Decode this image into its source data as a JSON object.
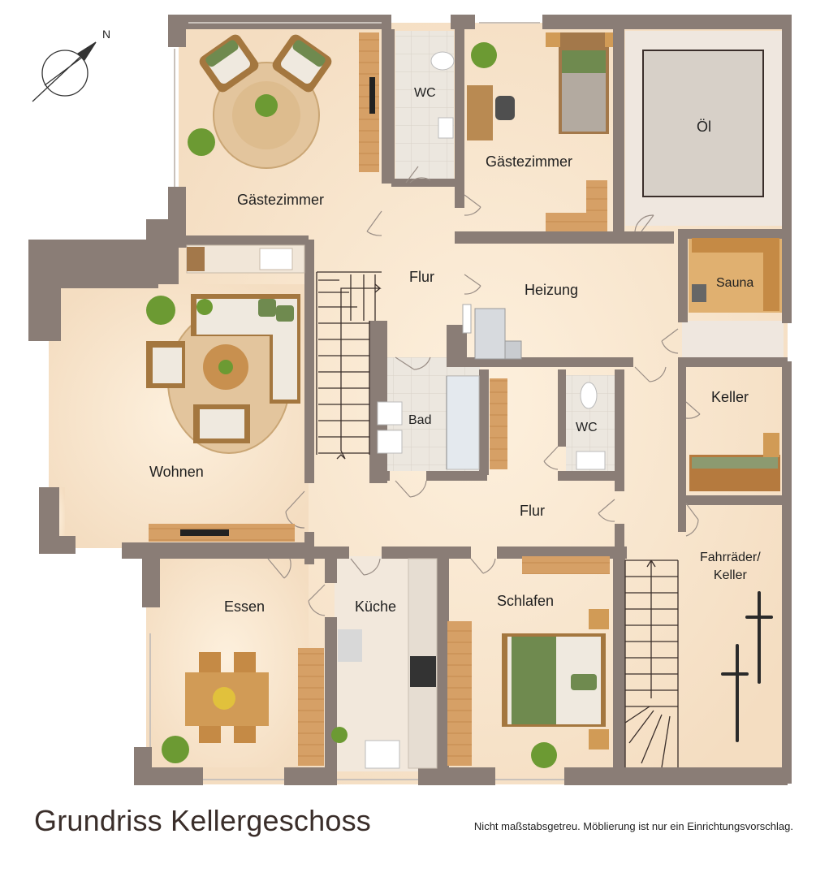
{
  "title": "Grundriss Kellergeschoss",
  "subtitle": "Nicht maßstabsgetreu. Möblierung ist nur ein Einrichtungsvorschlag.",
  "compass": {
    "north_label": "N",
    "icon": "compass-icon"
  },
  "rooms": {
    "gaestezimmer_1": "Gästezimmer",
    "wc_1": "WC",
    "gaestezimmer_2": "Gästezimmer",
    "oel": "Öl",
    "flur_1": "Flur",
    "heizung": "Heizung",
    "sauna": "Sauna",
    "wohnen": "Wohnen",
    "bad": "Bad",
    "wc_2": "WC",
    "keller": "Keller",
    "flur_2": "Flur",
    "fahrraeder_line1": "Fahrräder/",
    "fahrraeder_line2": "Keller",
    "essen": "Essen",
    "kueche": "Küche",
    "schlafen": "Schlafen"
  },
  "colors": {
    "wall": "#8a7d76",
    "floor": "#f7e4cc",
    "tile": "#ebe5dc",
    "wood": "#d19b56",
    "plant": "#6c9a33",
    "sofa": "#efe9df",
    "green_fabric": "#6f8a4f"
  }
}
